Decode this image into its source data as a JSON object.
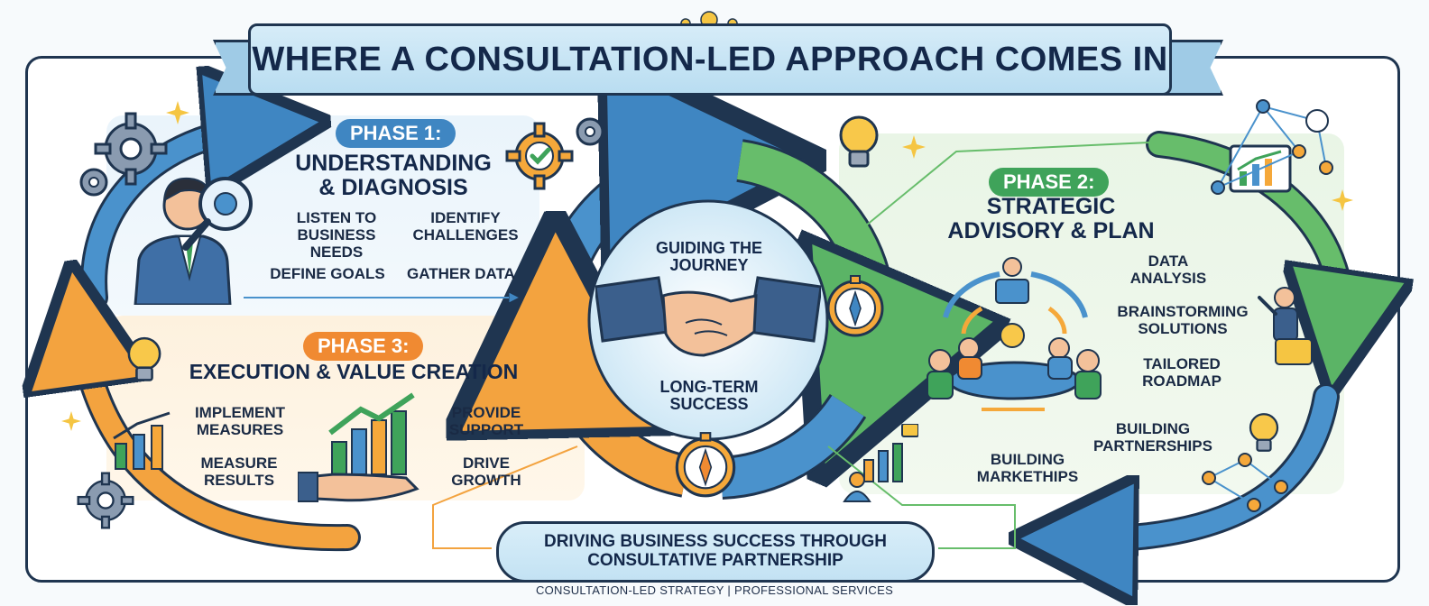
{
  "title": "WHERE A CONSULTATION-LED APPROACH COMES IN",
  "phase1": {
    "badge": "PHASE 1:",
    "heading_line1": "UNDERSTANDING",
    "heading_line2": "& DIAGNOSIS",
    "items": [
      "LISTEN TO BUSINESS NEEDS",
      "IDENTIFY CHALLENGES",
      "DEFINE GOALS",
      "GATHER DATA"
    ]
  },
  "phase2": {
    "badge": "PHASE 2:",
    "heading_line1": "STRATEGIC",
    "heading_line2": "ADVISORY & PLAN",
    "items": [
      "DATA ANALYSIS",
      "BRAINSTORMING SOLUTIONS",
      "TAILORED ROADMAP",
      "BUILDING PARTNERSHIPS",
      "BUILDING MARKETHIPS"
    ]
  },
  "phase3": {
    "badge": "PHASE 3:",
    "heading": "EXECUTION & VALUE CREATION",
    "items": [
      "IMPLEMENT MEASURES",
      "PROVIDE SUPPORT",
      "MEASURE RESULTS",
      "DRIVE GROWTH"
    ]
  },
  "center": {
    "top_label_line1": "GUIDING THE",
    "top_label_line2": "JOURNEY",
    "bottom_label_line1": "LONG-TERM",
    "bottom_label_line2": "SUCCESS"
  },
  "banner": {
    "line1": "DRIVING BUSINESS SUCCESS THROUGH",
    "line2": "CONSULTATIVE PARTNERSHIP"
  },
  "footer": "CONSULTATION-LED STRATEGY | PROFESSIONAL SERVICES",
  "colors": {
    "blue": "#3f86c2",
    "orange": "#f08a32",
    "green": "#3fa35a",
    "navy": "#1f3550"
  },
  "icons": [
    "consultant-icon",
    "magnifier-icon",
    "gear-icon",
    "checkmark-gear-icon",
    "lightbulb-icon",
    "handshake-icon",
    "compass-icon",
    "growth-chart-icon",
    "meeting-table-icon",
    "network-icon",
    "presenter-icon",
    "sparkle-icon"
  ]
}
